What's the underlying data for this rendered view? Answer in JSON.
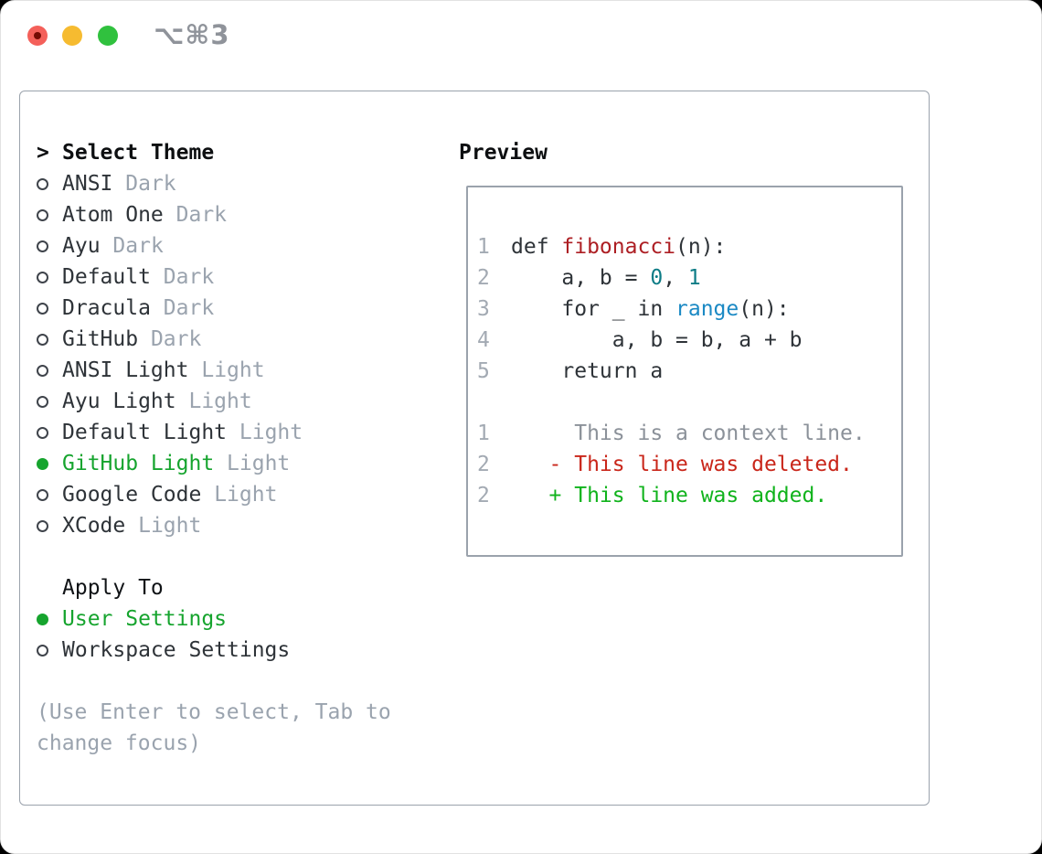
{
  "window": {
    "shortcut_label": "⌥⌘3"
  },
  "colors": {
    "accent_green": "#16a42e",
    "added_green": "#10b31c",
    "deleted_red": "#c9261a",
    "function_red": "#ad1e23",
    "literal_teal": "#0d7c86",
    "builtin_blue": "#1b89c4",
    "muted_gray": "#9aa3ae",
    "border_gray": "#9aa2ac",
    "traffic_red": "#f4605a",
    "traffic_yellow": "#f6bb30",
    "traffic_green": "#30c13e"
  },
  "theme_panel": {
    "prompt": ">",
    "title": "Select Theme",
    "themes": [
      {
        "name": "ANSI",
        "tag": "Dark",
        "selected": false
      },
      {
        "name": "Atom One",
        "tag": "Dark",
        "selected": false
      },
      {
        "name": "Ayu",
        "tag": "Dark",
        "selected": false
      },
      {
        "name": "Default",
        "tag": "Dark",
        "selected": false
      },
      {
        "name": "Dracula",
        "tag": "Dark",
        "selected": false
      },
      {
        "name": "GitHub",
        "tag": "Dark",
        "selected": false
      },
      {
        "name": "ANSI Light",
        "tag": "Light",
        "selected": false
      },
      {
        "name": "Ayu Light",
        "tag": "Light",
        "selected": false
      },
      {
        "name": "Default Light",
        "tag": "Light",
        "selected": false
      },
      {
        "name": "GitHub Light",
        "tag": "Light",
        "selected": true
      },
      {
        "name": "Google Code",
        "tag": "Light",
        "selected": false
      },
      {
        "name": "XCode",
        "tag": "Light",
        "selected": false
      }
    ],
    "apply_to": {
      "title": "Apply To",
      "options": [
        {
          "label": "User Settings",
          "selected": true
        },
        {
          "label": "Workspace Settings",
          "selected": false
        }
      ]
    },
    "hint": "(Use Enter to select, Tab to\nchange focus)"
  },
  "preview": {
    "title": "Preview",
    "lines": [
      {
        "n": "1",
        "t0": "def ",
        "t1": "fibonacci",
        "t2": "(n):"
      },
      {
        "n": "2",
        "t0": "    a, b = ",
        "t1": "0",
        "t2": ", ",
        "t3": "1"
      },
      {
        "n": "3",
        "t0": "    for _ in ",
        "t1": "range",
        "t2": "(n):"
      },
      {
        "n": "4",
        "t0": "        a, b = b, a + b"
      },
      {
        "n": "5",
        "t0": "    return a"
      },
      {
        "n": "",
        "t0": ""
      },
      {
        "n": "1",
        "t0": "     This is a context line."
      },
      {
        "n": "2",
        "t0": "   - This line was deleted."
      },
      {
        "n": "2",
        "t0": "   + This line was added."
      }
    ]
  }
}
